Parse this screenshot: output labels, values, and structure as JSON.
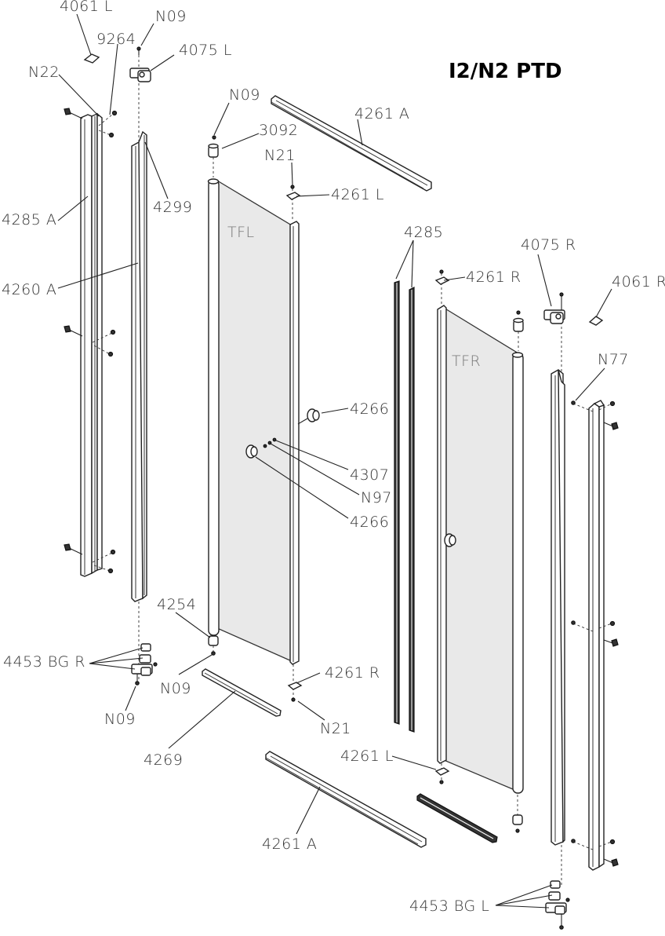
{
  "title": "I2/N2 PTD",
  "glass_labels": {
    "left": "TFL",
    "right": "TFR"
  },
  "labels": {
    "l4061L": "4061 L",
    "lN09_top": "N09",
    "l9264": "9264",
    "l4075L": "4075 L",
    "lN22": "N22",
    "lN09_door": "N09",
    "l3092": "3092",
    "l4261A_top": "4261 A",
    "lN21_top": "N21",
    "l4261L_top": "4261 L",
    "l4299": "4299",
    "l4285A": "4285 A",
    "l4285": "4285",
    "l4075R": "4075 R",
    "l4261R_top": "4261 R",
    "l4061R": "4061 R",
    "l4260A": "4260 A",
    "lN77": "N77",
    "l4266_top": "4266",
    "l4307": "4307",
    "lN97": "N97",
    "l4266_bot": "4266",
    "l4254": "4254",
    "l4453BGR": "4453 BG R",
    "lN09_bot": "N09",
    "lN09_left": "N09",
    "l4261R_bot": "4261 R",
    "lN21_bot": "N21",
    "l4269": "4269",
    "l4261L_bot": "4261 L",
    "l4261A_bot": "4261 A",
    "l4453BGL": "4453 BG L"
  }
}
